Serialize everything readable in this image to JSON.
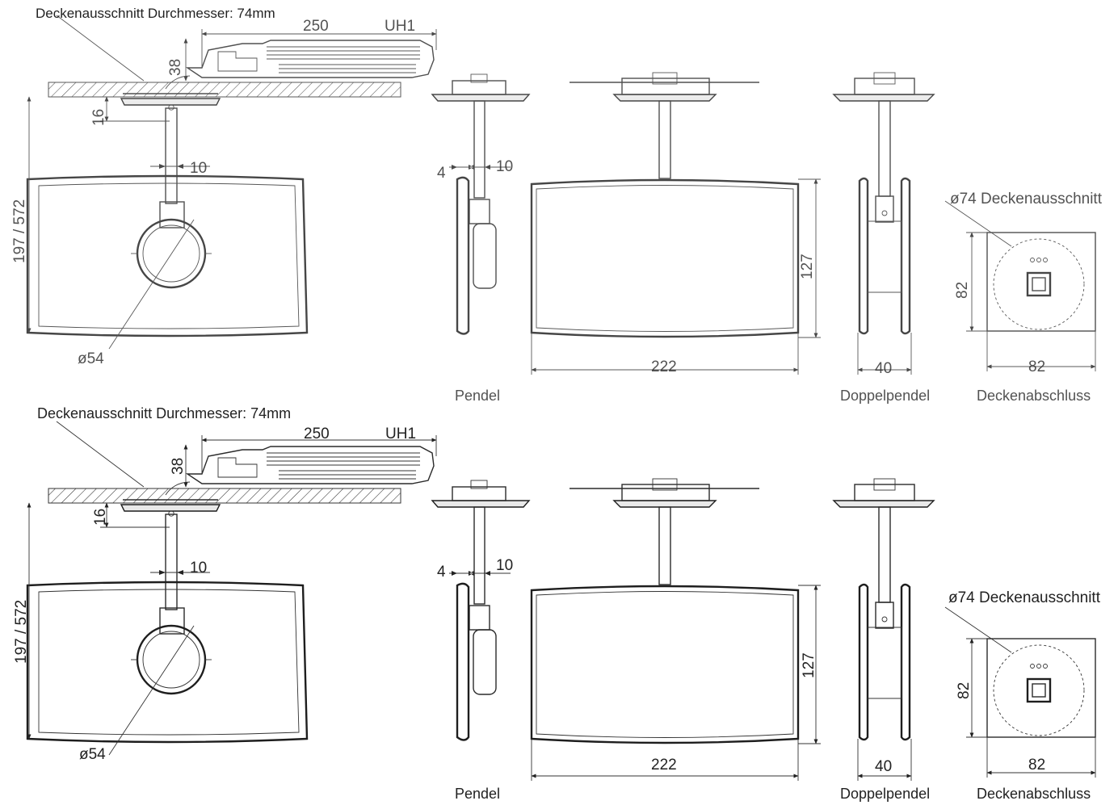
{
  "drawings": [
    {
      "id": "top",
      "cutout_label": "Deckenausschnitt Durchmesser: 74mm",
      "dims": {
        "width_250": "250",
        "uh1": "UH1",
        "h_38": "38",
        "h_16": "16",
        "d_10_front": "10",
        "height_range": "197 / 572",
        "dia_54": "ø54",
        "d_4": "4",
        "d_10_side": "10",
        "h_127": "127",
        "w_222": "222",
        "w_40": "40",
        "cutout_dia": "ø74 Deckenausschnitt",
        "sq_82_v": "82",
        "sq_82_h": "82"
      },
      "captions": {
        "pendel": "Pendel",
        "doppelpendel": "Doppelpendel",
        "deckenabschluss": "Deckenabschluss"
      }
    },
    {
      "id": "bottom",
      "cutout_label": "Deckenausschnitt Durchmesser: 74mm",
      "dims": {
        "width_250": "250",
        "uh1": "UH1",
        "h_38": "38",
        "h_16": "16",
        "d_10_front": "10",
        "height_range": "197 / 572",
        "dia_54": "ø54",
        "d_4": "4",
        "d_10_side": "10",
        "h_127": "127",
        "w_222": "222",
        "w_40": "40",
        "cutout_dia": "ø74 Deckenausschnitt",
        "sq_82_v": "82",
        "sq_82_h": "82"
      },
      "captions": {
        "pendel": "Pendel",
        "doppelpendel": "Doppelpendel",
        "deckenabschluss": "Deckenabschluss"
      }
    }
  ]
}
